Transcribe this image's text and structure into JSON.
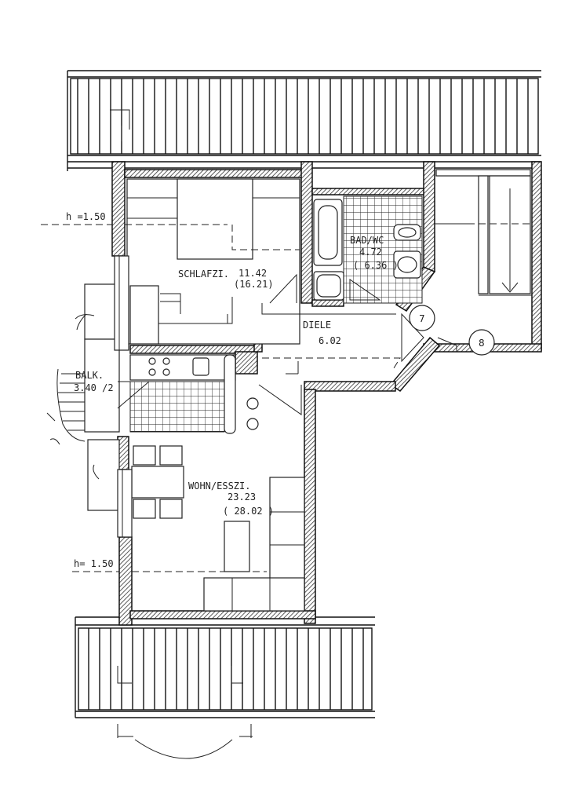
{
  "rooms": {
    "schlafzimmer": {
      "name": "SCHLAFZI.",
      "area": "11.42",
      "area_gross": "(16.21)"
    },
    "bad_wc": {
      "name": "BAD/WC",
      "area": "4.72",
      "area_gross": "( 6.36 )"
    },
    "diele": {
      "name": "DIELE",
      "area": "6.02"
    },
    "balkon": {
      "name": "BALK.",
      "area": "3.40 /2"
    },
    "wohn_ess": {
      "name": "WOHN/ESSZI.",
      "area": "23.23",
      "area_gross": "( 28.02 )"
    }
  },
  "heights": {
    "top": "h =1.50",
    "bottom": "h= 1.50"
  },
  "markers": {
    "seven": "7",
    "eight": "8"
  }
}
